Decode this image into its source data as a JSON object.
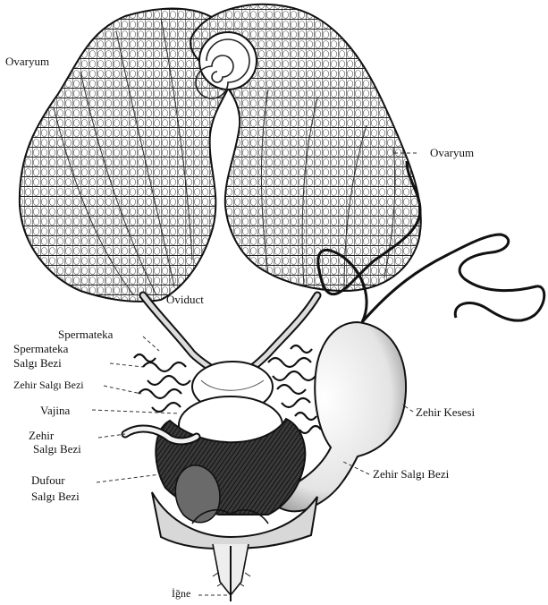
{
  "labels": {
    "ovaryum_left": "Ovaryum",
    "ovaryum_right": "Ovaryum",
    "oviduct": "Oviduct",
    "spermateka": "Spermateka",
    "spermateka_salgi_bezi_1": "Spermateka",
    "spermateka_salgi_bezi_2": "Salgı Bezi",
    "zehir_salgi_bezi_top": "Zehir Salgı Bezi",
    "vajina": "Vajina",
    "zehir_salgi_bezi_left_1": "Zehir",
    "zehir_salgi_bezi_left_2": "Salgı Bezi",
    "dufour_1": "Dufour",
    "dufour_2": "Salgı Bezi",
    "zehir_kesesi": "Zehir Kesesi",
    "zehir_salgi_bezi_right": "Zehir Salgı Bezi",
    "igne": "İğne"
  },
  "colors": {
    "ink": "#1a1a1a",
    "shade_dark": "#2b2b2b",
    "shade_mid": "#8a8a8a",
    "paper": "#ffffff"
  }
}
